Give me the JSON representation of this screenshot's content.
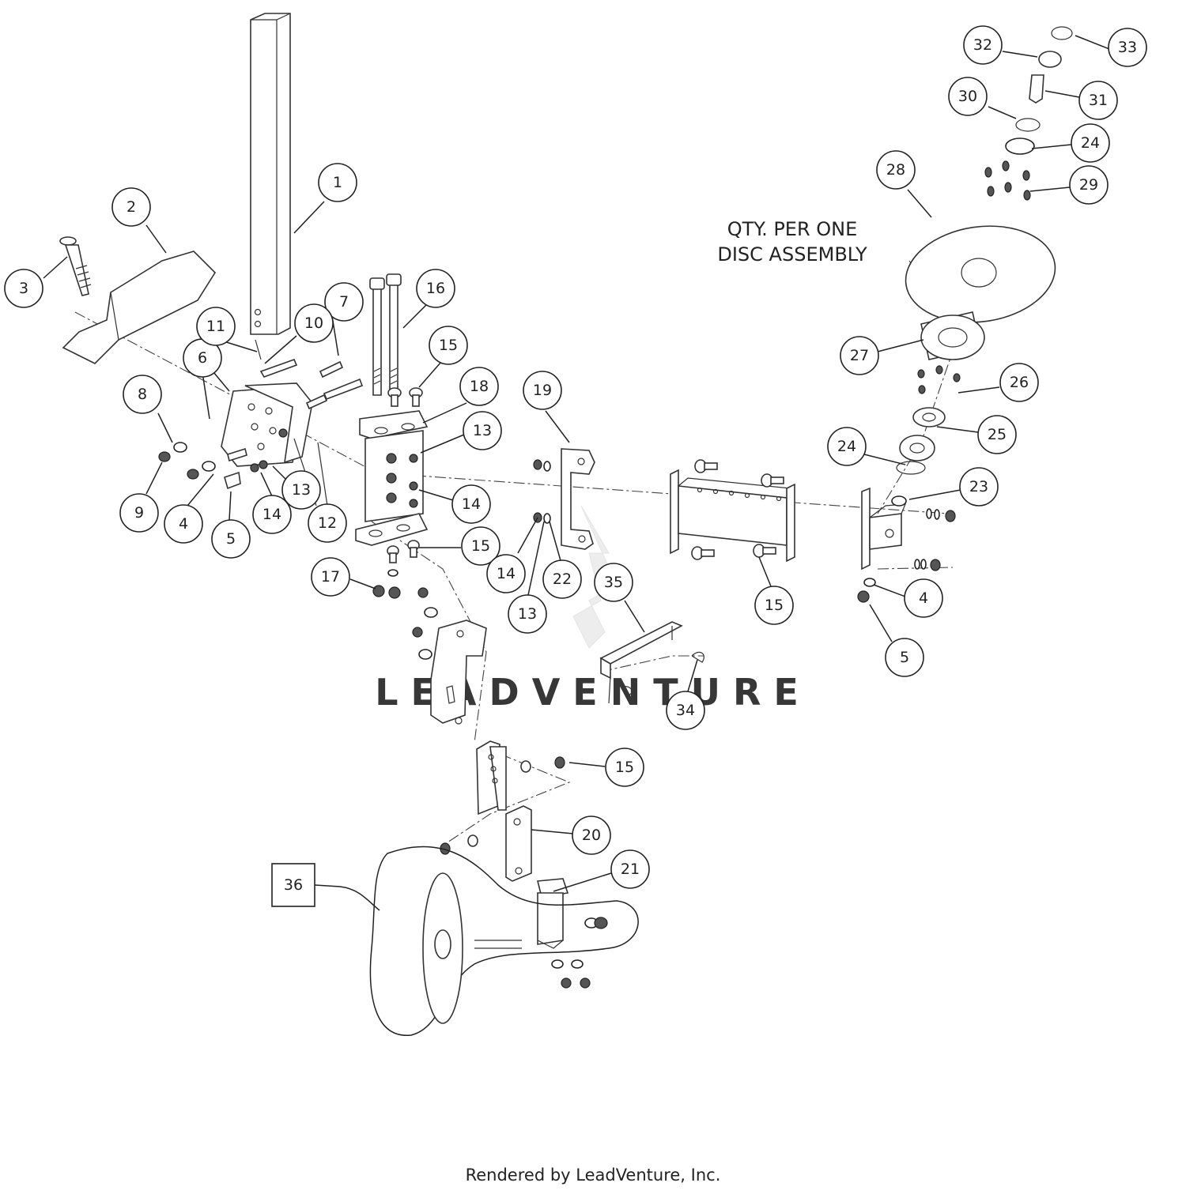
{
  "note": {
    "line1": "QTY. PER ONE",
    "line2": "DISC ASSEMBLY"
  },
  "footer": "Rendered by LeadVenture, Inc.",
  "watermark": "LEADVENTURE",
  "accent_color": "#222222",
  "callouts": [
    {
      "label": "1"
    },
    {
      "label": "2"
    },
    {
      "label": "3"
    },
    {
      "label": "6"
    },
    {
      "label": "7"
    },
    {
      "label": "8"
    },
    {
      "label": "9"
    },
    {
      "label": "4"
    },
    {
      "label": "5"
    },
    {
      "label": "14"
    },
    {
      "label": "13"
    },
    {
      "label": "12"
    },
    {
      "label": "10"
    },
    {
      "label": "11"
    },
    {
      "label": "16"
    },
    {
      "label": "15"
    },
    {
      "label": "18"
    },
    {
      "label": "13"
    },
    {
      "label": "14"
    },
    {
      "label": "15"
    },
    {
      "label": "17"
    },
    {
      "label": "19"
    },
    {
      "label": "14"
    },
    {
      "label": "13"
    },
    {
      "label": "22"
    },
    {
      "label": "35"
    },
    {
      "label": "34"
    },
    {
      "label": "15"
    },
    {
      "label": "15"
    },
    {
      "label": "20"
    },
    {
      "label": "21"
    },
    {
      "label": "36"
    },
    {
      "label": "32"
    },
    {
      "label": "33"
    },
    {
      "label": "30"
    },
    {
      "label": "31"
    },
    {
      "label": "24"
    },
    {
      "label": "28"
    },
    {
      "label": "29"
    },
    {
      "label": "27"
    },
    {
      "label": "26"
    },
    {
      "label": "25"
    },
    {
      "label": "24"
    },
    {
      "label": "23"
    },
    {
      "label": "4"
    },
    {
      "label": "5"
    }
  ]
}
